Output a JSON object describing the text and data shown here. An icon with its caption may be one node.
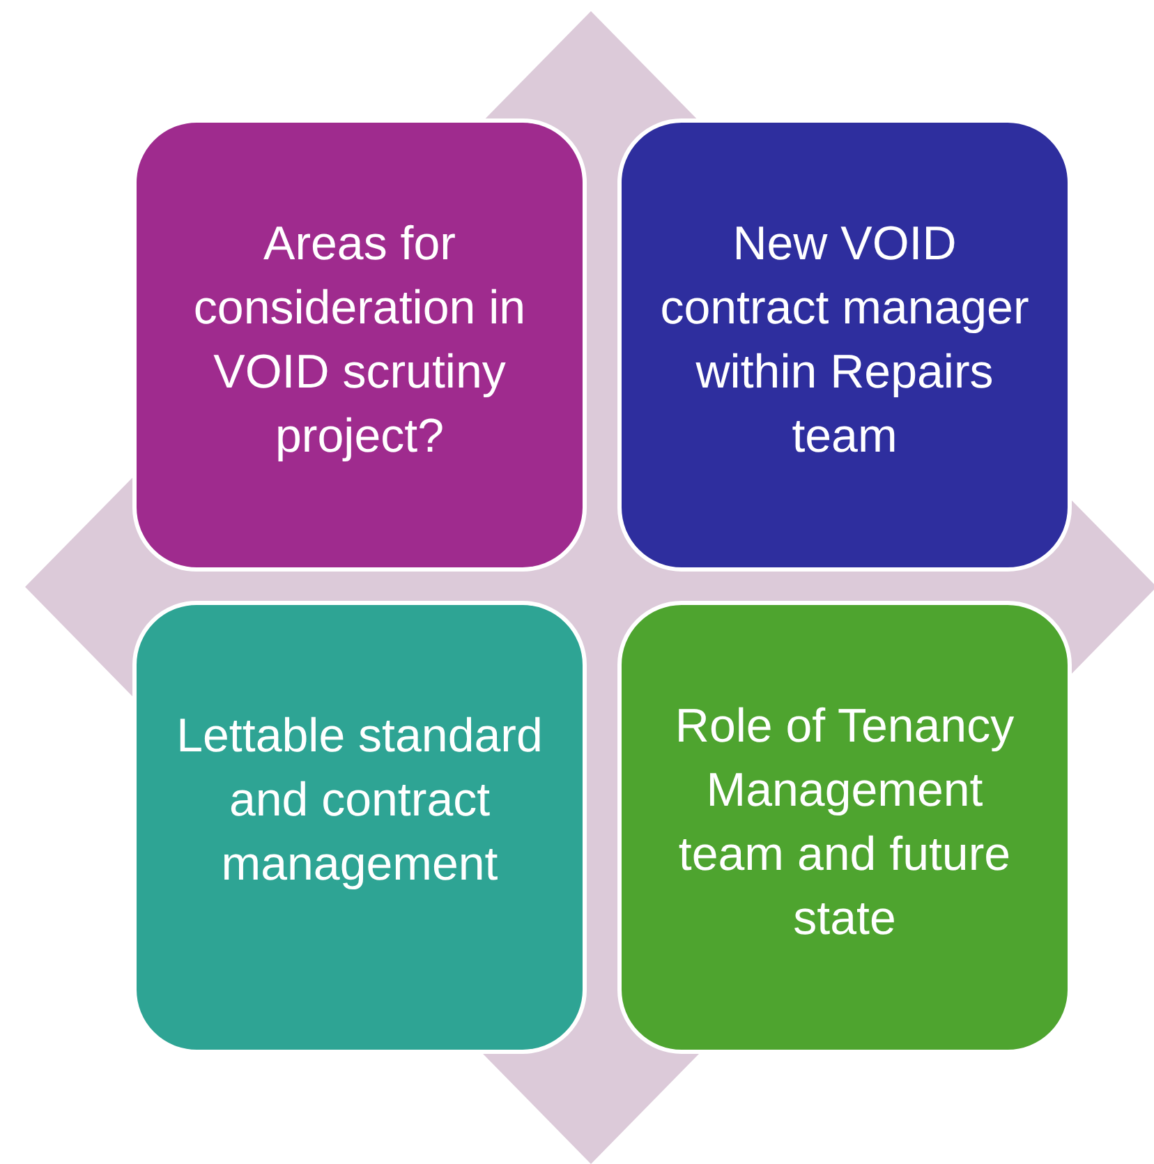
{
  "diagram": {
    "nodes": [
      {
        "text": [
          "Areas for consideration in VOID scrutiny project?"
        ]
      },
      {
        "text": [
          "New VOID contract manager within Repairs team"
        ]
      },
      {
        "text": [
          "Lettable standard and contract management"
        ]
      },
      {
        "text": [
          "Role of Tenancy Management team and future state"
        ]
      }
    ],
    "edges": []
  }
}
